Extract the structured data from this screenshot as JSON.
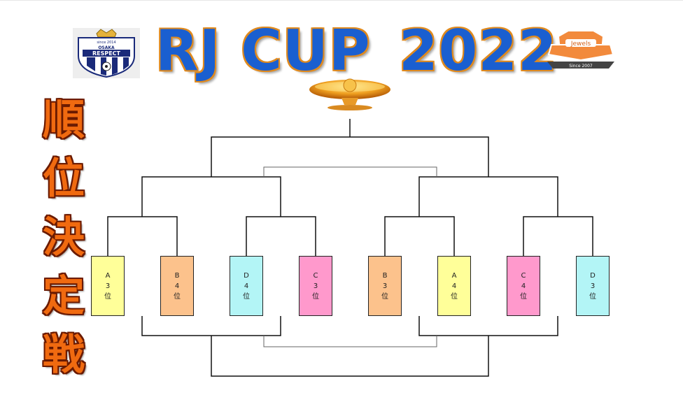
{
  "title": {
    "left": "RJ CUP",
    "right": "2022"
  },
  "side_title": [
    "順",
    "位",
    "決",
    "定",
    "戦"
  ],
  "logo_left": {
    "top_text": "since 2014",
    "city": "OSAKA",
    "name": "RESPECT"
  },
  "logo_right": {
    "name": "Jewels",
    "year": "Since 2007"
  },
  "colors": {
    "yellow": "#ffff99",
    "orange": "#fcc28c",
    "cyan": "#b3f5f6",
    "pink": "#ff99cc",
    "title_blue": "#1a5fd0",
    "title_outline": "#e08a1e",
    "side_orange": "#f06a10"
  },
  "teams": [
    {
      "group": "A",
      "rank": "3",
      "suffix": "位",
      "color": "yellow"
    },
    {
      "group": "B",
      "rank": "4",
      "suffix": "位",
      "color": "orange"
    },
    {
      "group": "D",
      "rank": "4",
      "suffix": "位",
      "color": "cyan"
    },
    {
      "group": "C",
      "rank": "3",
      "suffix": "位",
      "color": "pink"
    },
    {
      "group": "B",
      "rank": "3",
      "suffix": "位",
      "color": "orange"
    },
    {
      "group": "A",
      "rank": "4",
      "suffix": "位",
      "color": "yellow"
    },
    {
      "group": "C",
      "rank": "4",
      "suffix": "位",
      "color": "pink"
    },
    {
      "group": "D",
      "rank": "3",
      "suffix": "位",
      "color": "cyan"
    }
  ]
}
